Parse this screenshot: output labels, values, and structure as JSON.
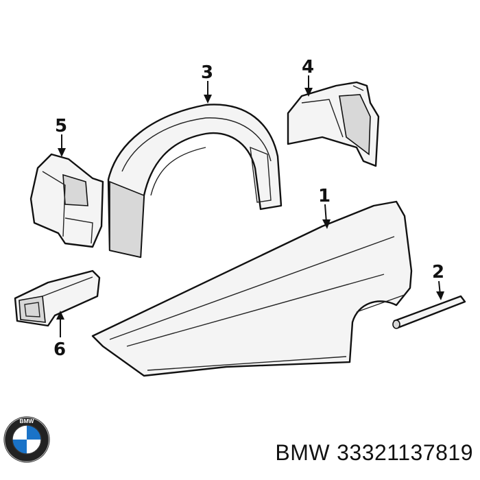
{
  "diagram": {
    "callouts": [
      "1",
      "2",
      "3",
      "4",
      "5",
      "6"
    ]
  },
  "caption": {
    "brand": "BMW",
    "part_number": "33321137819"
  },
  "logo": {
    "letters": "BMW",
    "colors": {
      "blue": "#1a73c8",
      "white": "#ffffff",
      "ring": "#222222"
    }
  }
}
